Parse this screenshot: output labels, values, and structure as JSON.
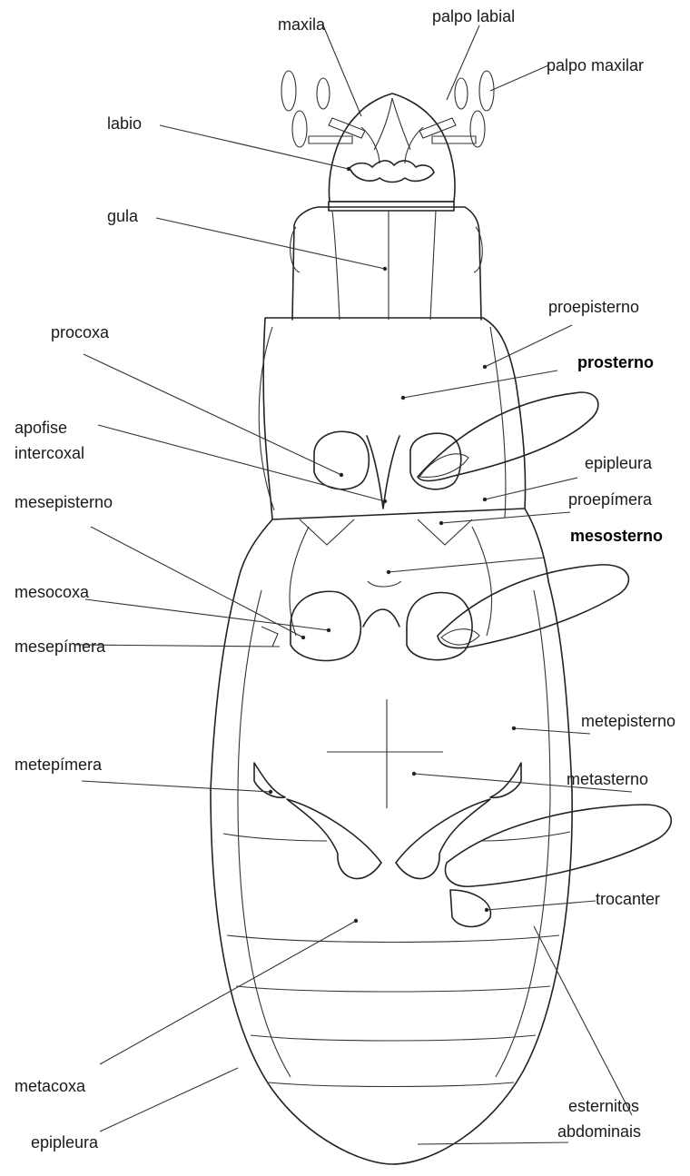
{
  "labels": {
    "maxila": "maxila",
    "palpo_labial": "palpo labial",
    "palpo_maxilar": "palpo maxilar",
    "labio": "labio",
    "gula": "gula",
    "proepisterno": "proepisterno",
    "procoxa": "procoxa",
    "prosterno": "prosterno",
    "apofise_line1": "apofise",
    "apofise_line2": "intercoxal",
    "epipleura_top": "epipleura",
    "proepimera": "proepímera",
    "mesepisterno": "mesepisterno",
    "mesosterno": "mesosterno",
    "mesocoxa": "mesocoxa",
    "mesepimera": "mesepímera",
    "metepisterno": "metepisterno",
    "metepimera": "metepímera",
    "metasterno": "metasterno",
    "trocanter": "trocanter",
    "metacoxa": "metacoxa",
    "epipleura_bottom": "epipleura",
    "esternitos_line1": "esternitos",
    "esternitos_line2": "abdominais"
  },
  "emphasis": [
    "prosterno",
    "mesosterno"
  ],
  "colors": {
    "ink": "#222222",
    "background": "#ffffff"
  }
}
